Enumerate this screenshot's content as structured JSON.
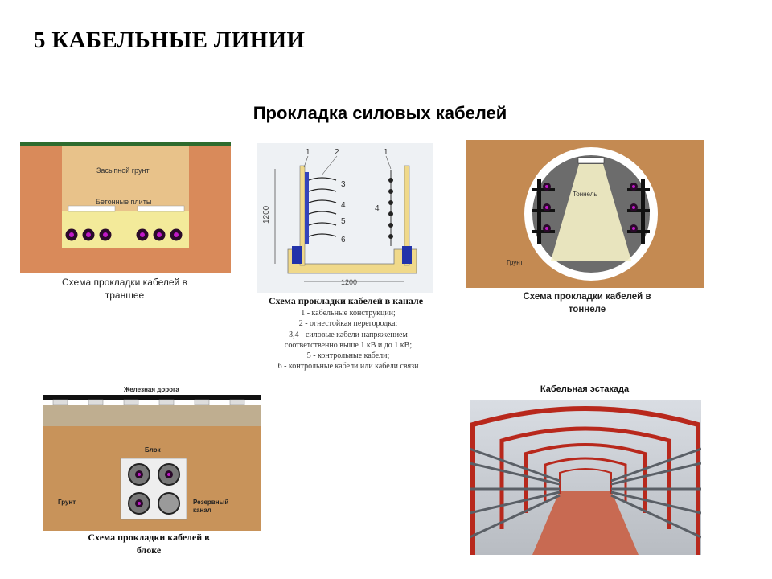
{
  "slide": {
    "title": "5 КАБЕЛЬНЫЕ ЛИНИИ",
    "subtitle": "Прокладка силовых кабелей"
  },
  "trench": {
    "label_backfill": "Засыпной грунт",
    "label_plates": "Бетонные плиты",
    "caption_line1": "Схема прокладки кабелей в",
    "caption_line2": "траншее"
  },
  "channel": {
    "callout_1": "1",
    "callout_2": "2",
    "callout_1b": "1",
    "callout_3": "3",
    "callout_4": "4",
    "callout_4b": "4",
    "callout_5": "5",
    "callout_6": "6",
    "dim_height": "1200",
    "dim_width": "1200",
    "caption": "Схема прокладки кабелей в канале",
    "legend": [
      "1 - кабельные конструкции;",
      "2 - огнестойкая перегородка;",
      "3,4 - силовые кабели напряжением",
      "соответственно выше 1 кВ и до 1 кВ;",
      "5 - контрольные кабели;",
      "6 - контрольные кабели или кабели связи"
    ]
  },
  "tunnel": {
    "label_tunnel": "Тоннель",
    "label_ground": "Грунт",
    "caption_line1": "Схема прокладки кабелей в",
    "caption_line2": "тоннеле"
  },
  "block": {
    "label_railway": "Железная дорога",
    "label_block": "Блок",
    "label_ground": "Грунт",
    "label_reserve_1": "Резервный",
    "label_reserve_2": "канал",
    "caption_line1": "Схема прокладки кабелей в",
    "caption_line2": "блоке"
  },
  "estakada": {
    "label": "Кабельная эстакада"
  },
  "colors": {
    "soil": "#d98a5a",
    "backfill": "#e8c28a",
    "concrete": "#f3ea9a",
    "cable": "#2a0a2a",
    "cable_core": "#c018c8",
    "grass": "#2e6b2e",
    "ground_dark": "#c48a52"
  }
}
